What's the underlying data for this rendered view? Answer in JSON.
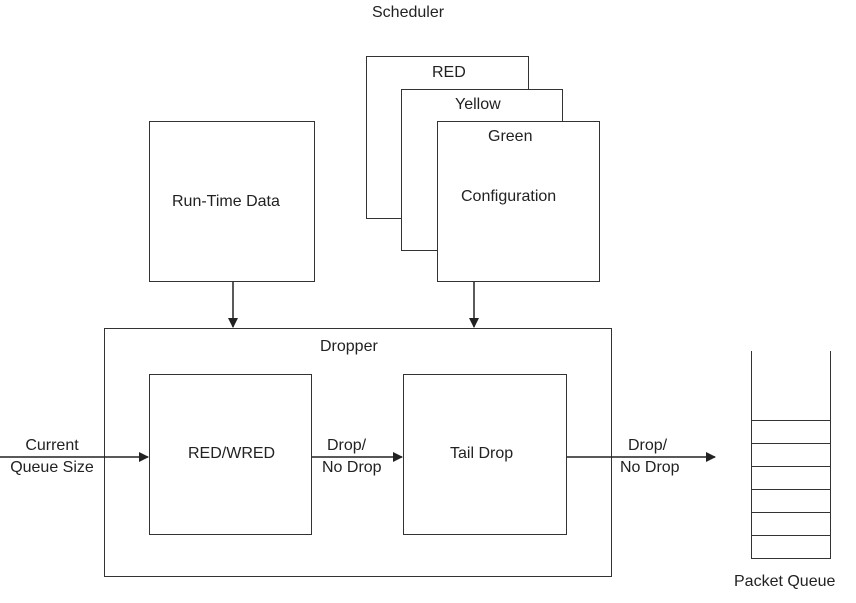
{
  "title": "Scheduler",
  "config_stack": {
    "layers": [
      "RED",
      "Yellow",
      "Green"
    ],
    "main_label": "Configuration"
  },
  "runtime": {
    "label": "Run-Time Data"
  },
  "dropper": {
    "label": "Dropper",
    "red_wred": "RED/WRED",
    "tail_drop": "Tail Drop"
  },
  "input": {
    "line1": "Current",
    "line2": "Queue Size"
  },
  "mid_decision": {
    "line1": "Drop/",
    "line2": "No Drop"
  },
  "out_decision": {
    "line1": "Drop/",
    "line2": "No Drop"
  },
  "packet_queue": {
    "label": "Packet Queue",
    "slots": 6
  }
}
